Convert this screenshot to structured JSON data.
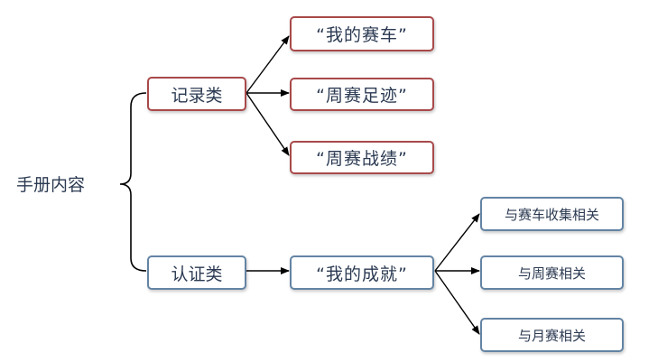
{
  "root": "手册内容",
  "record_group": {
    "label": "记录类",
    "children": [
      "“我的赛车”",
      "“周赛足迹”",
      "“周赛战绩”"
    ]
  },
  "certify_group": {
    "label": "认证类",
    "child": "“我的成就”",
    "grandchildren": [
      "与赛车收集相关",
      "与周赛相关",
      "与月赛相关"
    ]
  },
  "colors": {
    "record_border": "#a9494a",
    "certify_border": "#6384a4",
    "text": "#2b3a52",
    "line": "#000000"
  }
}
